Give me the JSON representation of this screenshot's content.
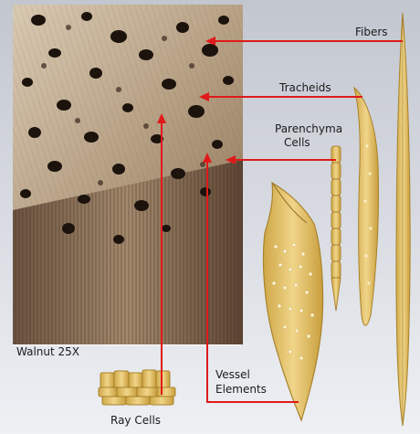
{
  "labels": {
    "fibers": "Fibers",
    "tracheids": "Tracheids",
    "parenchyma_line1": "Parenchyma",
    "parenchyma_line2": "Cells",
    "vessel_line1": "Vessel",
    "vessel_line2": "Elements",
    "ray_cells": "Ray Cells",
    "magnification": "Walnut 25X"
  },
  "colors": {
    "background_gradient_top": "#c9ccd4",
    "background_gradient_bottom": "#eef0f4",
    "leader_lines": "#e01a1a",
    "cell_fill": "#e7c66e",
    "cell_outline": "#a8822a",
    "wood_photo_light": "#d8c8b0",
    "wood_photo_dark": "#3a2a1e"
  }
}
